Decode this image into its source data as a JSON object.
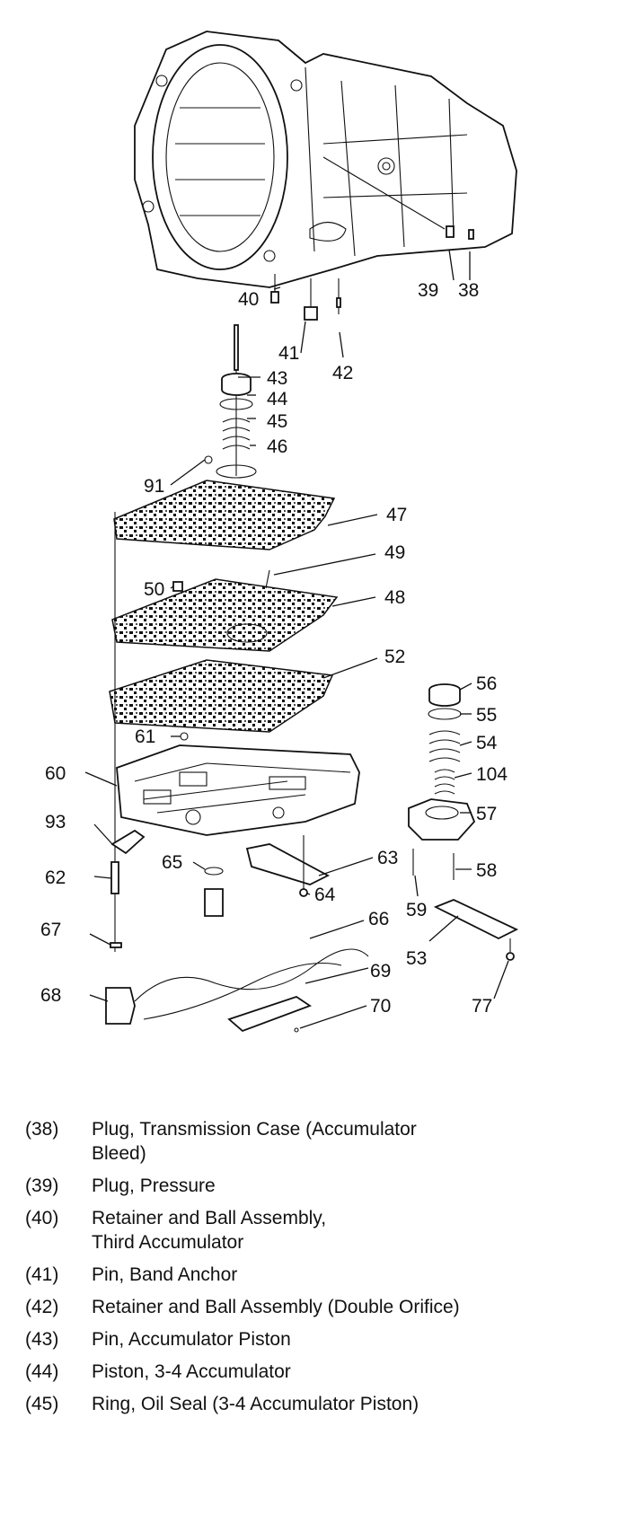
{
  "callouts": [
    "38",
    "39",
    "40",
    "41",
    "42",
    "43",
    "44",
    "45",
    "46",
    "91",
    "47",
    "49",
    "50",
    "48",
    "52",
    "56",
    "55",
    "54",
    "104",
    "61",
    "60",
    "57",
    "93",
    "63",
    "65",
    "58",
    "62",
    "64",
    "59",
    "67",
    "66",
    "53",
    "69",
    "68",
    "70",
    "77"
  ],
  "legend": [
    {
      "num": "(38)",
      "text": "Plug, Transmission Case (Accumulator\nBleed)"
    },
    {
      "num": "(39)",
      "text": "Plug, Pressure"
    },
    {
      "num": "(40)",
      "text": "Retainer and Ball Assembly,\nThird Accumulator"
    },
    {
      "num": "(41)",
      "text": "Pin, Band Anchor"
    },
    {
      "num": "(42)",
      "text": "Retainer and Ball Assembly (Double Orifice)"
    },
    {
      "num": "(43)",
      "text": "Pin, Accumulator Piston"
    },
    {
      "num": "(44)",
      "text": "Piston, 3-4 Accumulator"
    },
    {
      "num": "(45)",
      "text": "Ring, Oil Seal (3-4 Accumulator Piston)"
    }
  ]
}
